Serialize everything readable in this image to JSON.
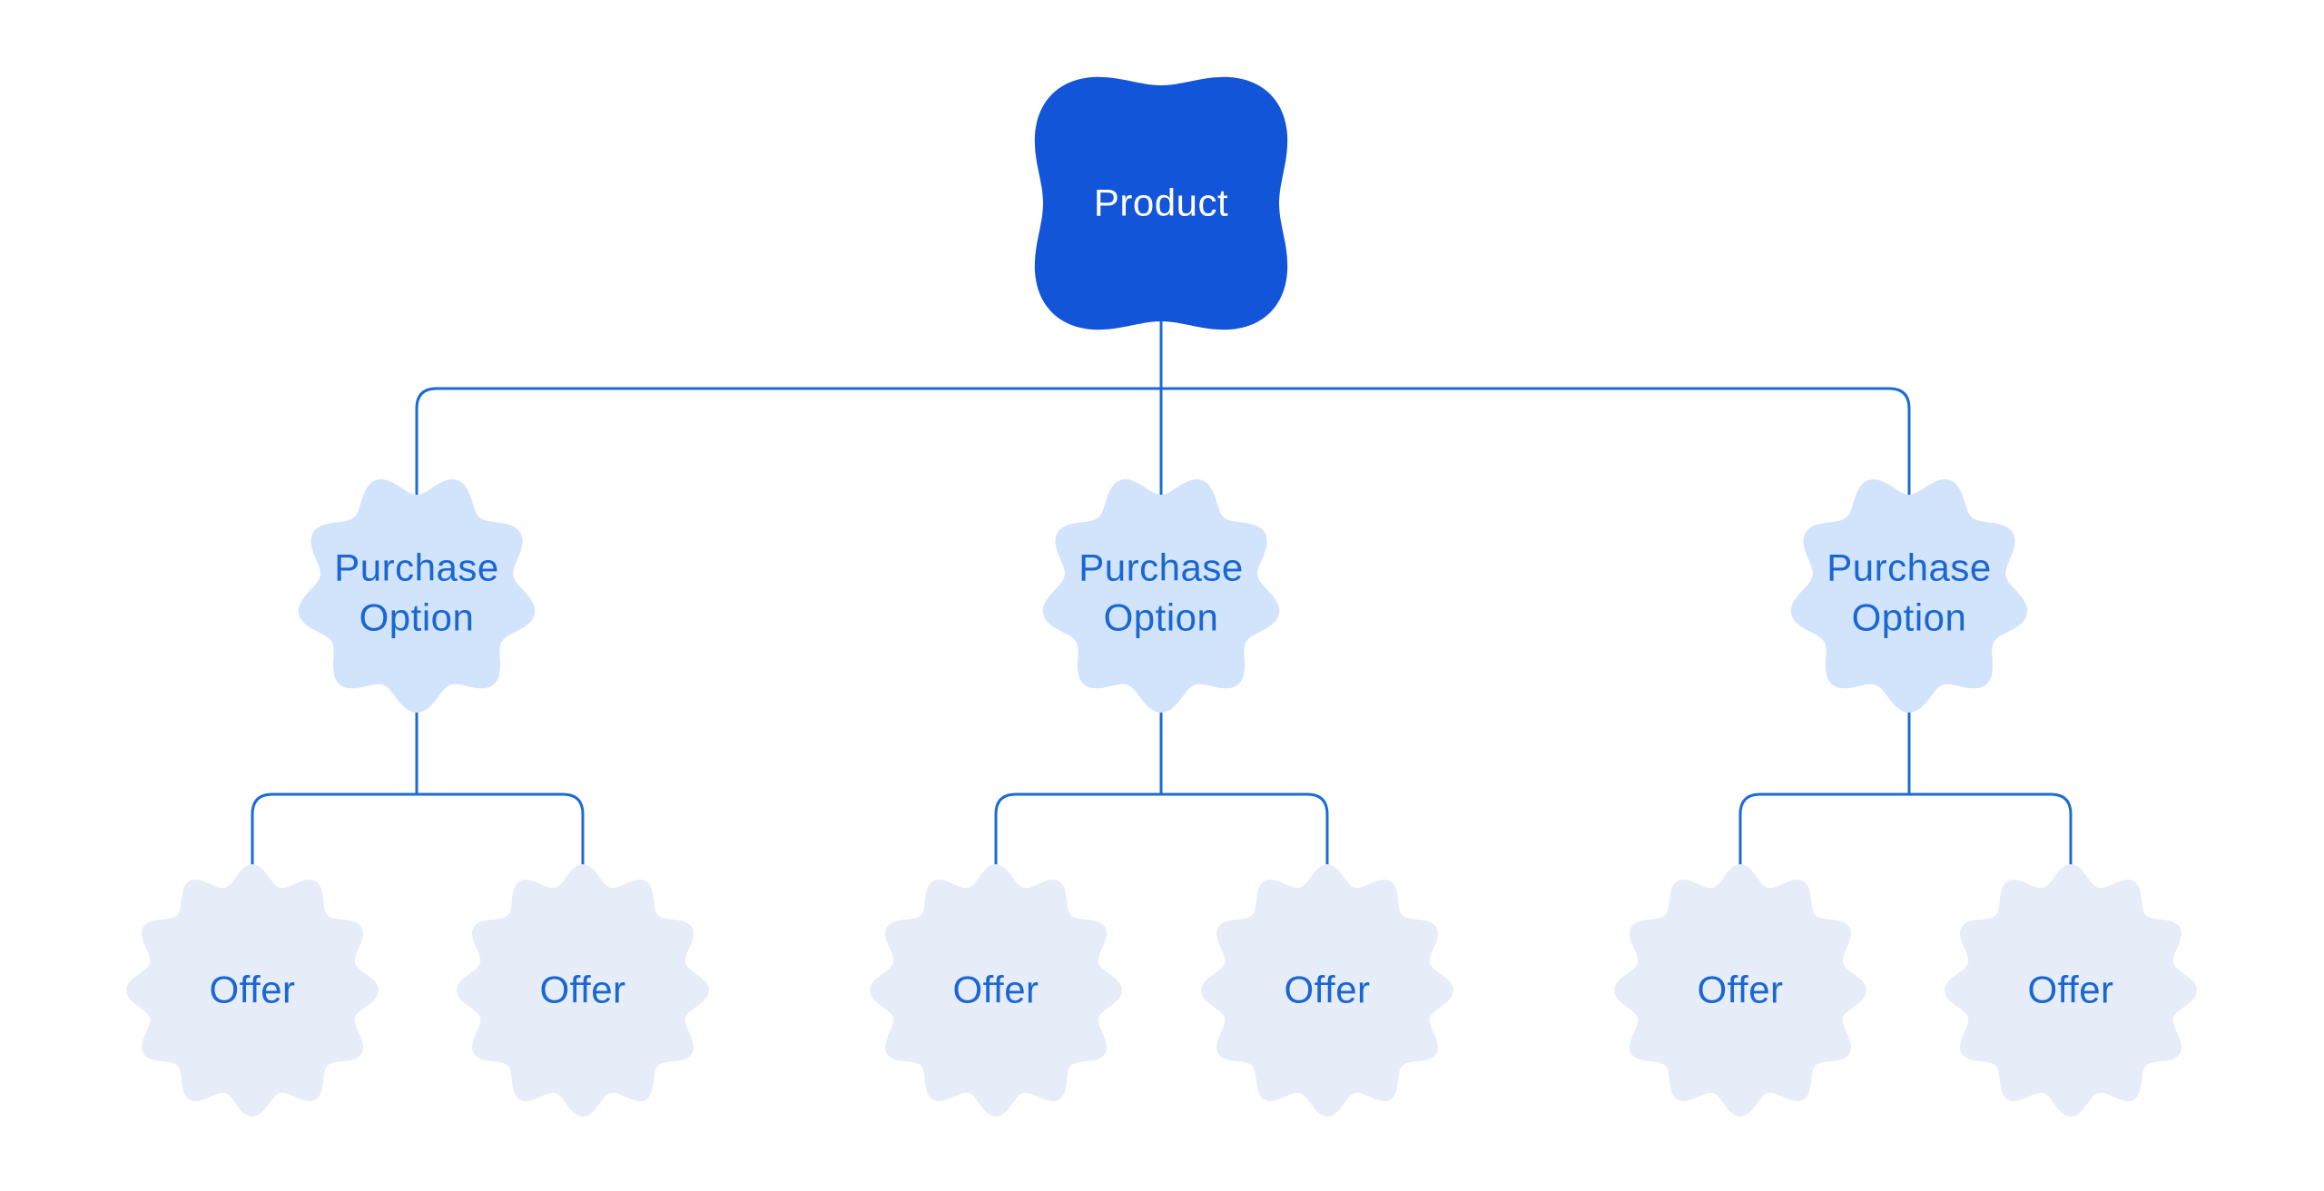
{
  "diagram": {
    "product": {
      "label": "Product"
    },
    "purchase_options": [
      {
        "label": "Purchase Option"
      },
      {
        "label": "Purchase Option"
      },
      {
        "label": "Purchase Option"
      }
    ],
    "offers": [
      {
        "label": "Offer"
      },
      {
        "label": "Offer"
      },
      {
        "label": "Offer"
      },
      {
        "label": "Offer"
      },
      {
        "label": "Offer"
      },
      {
        "label": "Offer"
      }
    ],
    "colors": {
      "background": "#ffffff",
      "product_fill": "#1355d8",
      "product_text": "#ffffff",
      "purchase_option_fill": "#d2e3fc",
      "offer_fill": "#e6ecf8",
      "node_text": "#1967d2",
      "connector": "#1a6bd8"
    }
  }
}
